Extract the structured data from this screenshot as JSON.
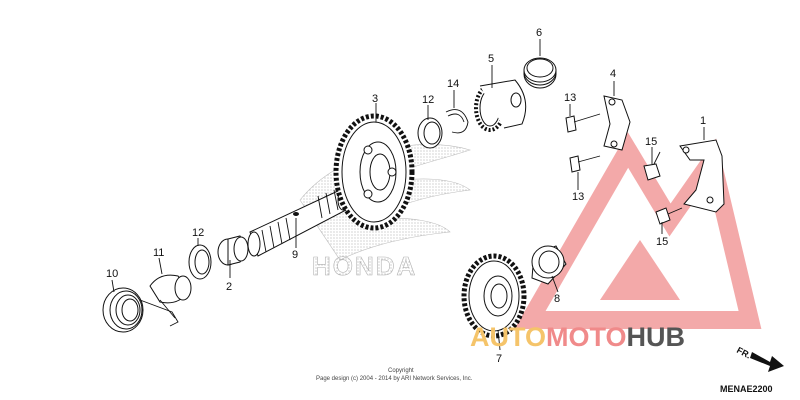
{
  "diagram": {
    "callouts": [
      "1",
      "2",
      "3",
      "4",
      "5",
      "6",
      "7",
      "8",
      "9",
      "10",
      "11",
      "12",
      "12",
      "13",
      "13",
      "14",
      "15",
      "15"
    ],
    "copyright_line1": "Copyright",
    "copyright_line2": "Page design (c) 2004 - 2014 by ARI Network Services, Inc.",
    "fr_label": "FR.",
    "diagram_code": "MENAE2200",
    "brand_watermark": "HONDA"
  },
  "watermark": {
    "part1": "AUTO",
    "part2": "MOTO",
    "part3": "HUB",
    "colors": {
      "auto": "#f5c46a",
      "moto": "#f08a8a",
      "hub": "#555555",
      "logo": "#f2a0a0"
    }
  }
}
